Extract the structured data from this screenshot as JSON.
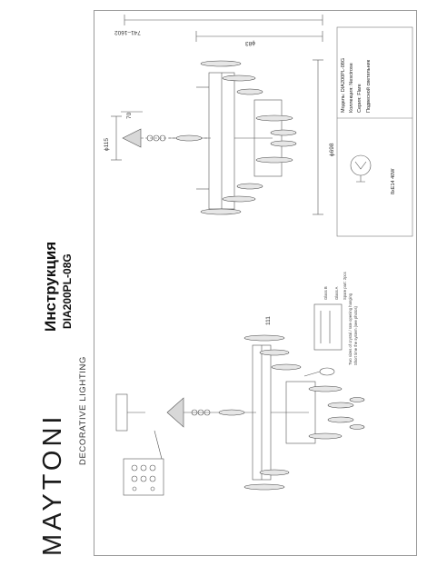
{
  "brand": {
    "name": "MAYTONI",
    "tagline": "DECORATIVE LIGHTING"
  },
  "document": {
    "title": "Инструкция",
    "model": "DIA200PL-08G"
  },
  "dimensions": {
    "total_width": "741–1602",
    "arm_span": "ϕ83",
    "diameter": "ϕ698",
    "canopy_diameter": "ϕ115",
    "canopy_height": "70",
    "height_top": "111"
  },
  "spec_table": {
    "rows": [
      {
        "label": "Модель:",
        "value": "DIA200PL-08G"
      },
      {
        "label": "Коллекция:",
        "value": "Nescirose"
      },
      {
        "label": "Серия:",
        "value": "Flare"
      },
      {
        "label": "",
        "value": "Подвесной светильник"
      }
    ],
    "lamp": "8xE14 40W"
  },
  "notes": {
    "line1": "Two sizes of crystal / rate opening hanging",
    "line2": "Short time the system (see photos)",
    "parts": [
      "Glass A",
      "Glass B",
      "Spare part: 2pcs"
    ]
  }
}
